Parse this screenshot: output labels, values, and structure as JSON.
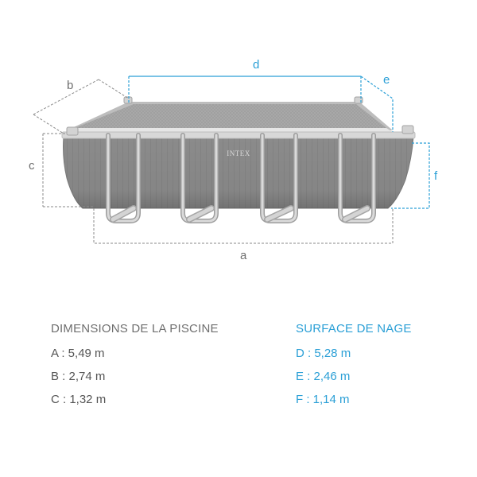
{
  "diagram": {
    "labels": {
      "a": "a",
      "b": "b",
      "c": "c",
      "d": "d",
      "e": "e",
      "f": "f"
    },
    "brand": "INTEX",
    "colors": {
      "outer_dimension": "#7f7f7f",
      "swim_surface": "#2a9fd6",
      "pool_wall": "#8a8a8a",
      "frame": "#c9c9c9"
    }
  },
  "pool_dimensions": {
    "title": "DIMENSIONS DE LA PISCINE",
    "items": [
      {
        "letter": "A",
        "text": "A : 5,49 m"
      },
      {
        "letter": "B",
        "text": "B : 2,74 m"
      },
      {
        "letter": "C",
        "text": "C : 1,32 m"
      }
    ]
  },
  "swim_surface": {
    "title": "SURFACE DE NAGE",
    "items": [
      {
        "letter": "D",
        "text": "D : 5,28 m"
      },
      {
        "letter": "E",
        "text": "E : 2,46 m"
      },
      {
        "letter": "F",
        "text": "F : 1,14 m"
      }
    ]
  }
}
